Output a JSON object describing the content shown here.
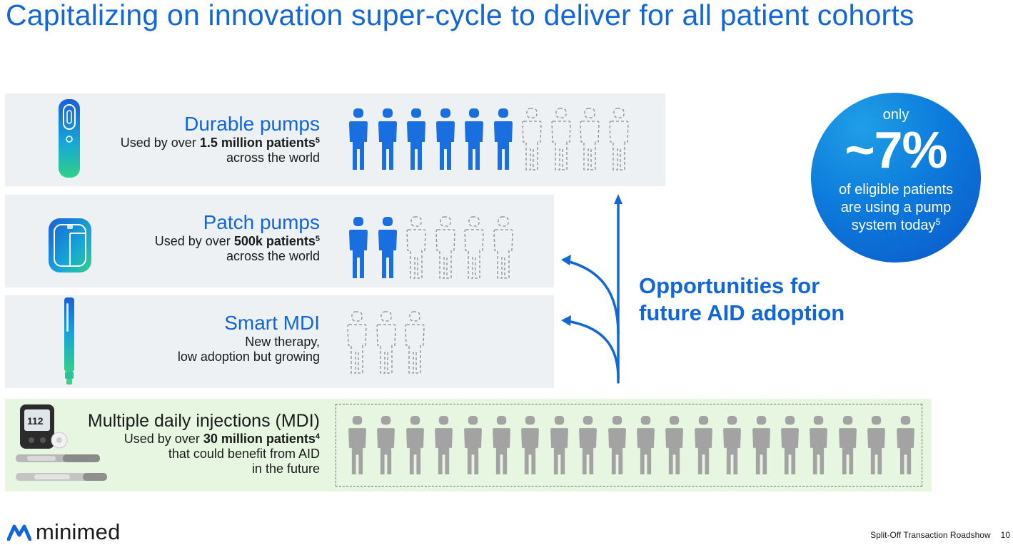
{
  "title": "Capitalizing on innovation super-cycle to deliver for all patient cohorts",
  "rows": {
    "durable": {
      "name": "Durable pumps",
      "line1_pre": "Used by over ",
      "line1_bold": "1.5 million patients",
      "line1_sup": "5",
      "line2": "across the world",
      "filled": 6,
      "outline": 4
    },
    "patch": {
      "name": "Patch pumps",
      "line1_pre": "Used by over ",
      "line1_bold": "500k patients",
      "line1_sup": "5",
      "line2": "across the world",
      "filled": 2,
      "outline": 4
    },
    "smart": {
      "name": "Smart MDI",
      "line1": "New therapy,",
      "line2": "low adoption but growing",
      "filled": 0,
      "outline": 3
    },
    "mdi": {
      "name": "Multiple daily injections (MDI)",
      "line1_pre": "Used by over ",
      "line1_bold": "30 million patients",
      "line1_sup": "4",
      "line2": "that could benefit from AID",
      "line3": "in the future",
      "gray": 20
    }
  },
  "device_icons": {
    "durable": "durable-pump-icon",
    "patch": "patch-pump-icon",
    "smart": "smart-pen-icon",
    "mdi": "mdi-devices-icon",
    "mdi_reading": "112"
  },
  "stat": {
    "only": "only",
    "value": "~7%",
    "line1": "of eligible patients",
    "line2": "are using a pump",
    "line3": "system today",
    "sup": "5"
  },
  "opportunities": {
    "line1": "Opportunities for",
    "line2": "future AID adoption"
  },
  "brand": {
    "name": "minimed"
  },
  "footer": {
    "text": "Split-Off Transaction Roadshow",
    "page": "10"
  },
  "colors": {
    "accent": "#1167d9",
    "filled_person": "#1a6fe0",
    "gray_person": "#a3a3a3",
    "band": "#eef1f3",
    "mdi_band": "#e6f6e1"
  }
}
